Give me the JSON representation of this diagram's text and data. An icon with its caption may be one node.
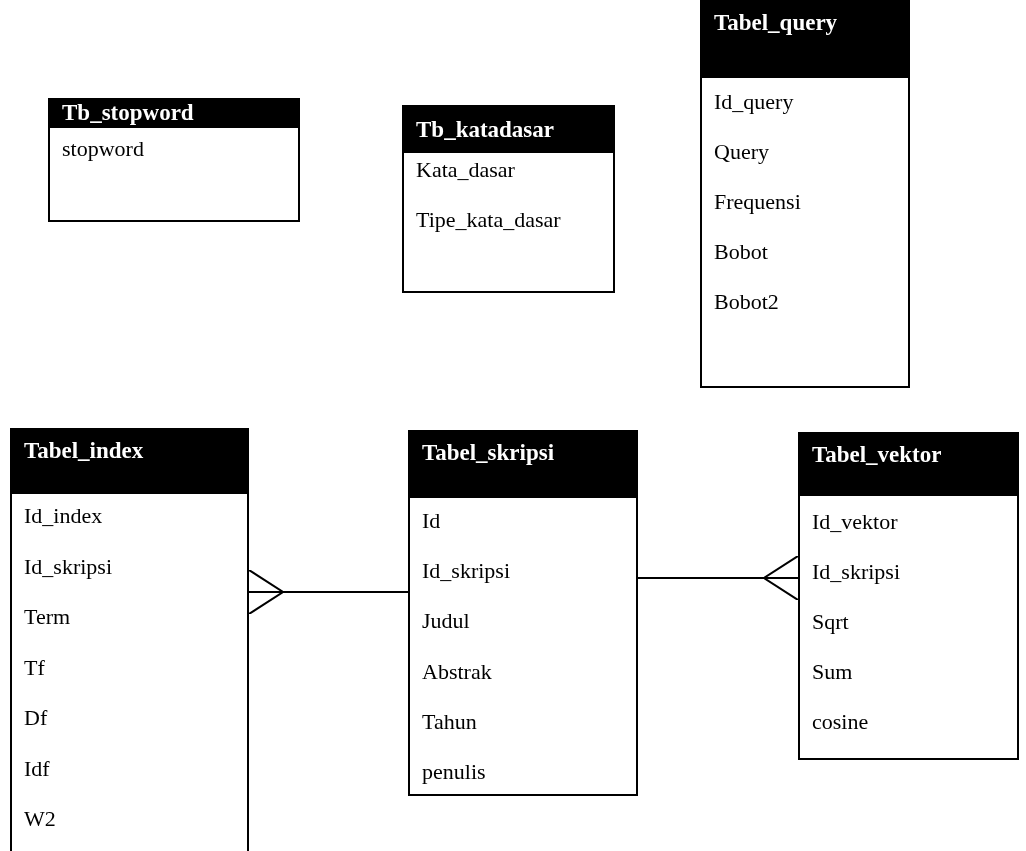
{
  "diagram": {
    "nodes": [
      {
        "text": [
          "Tb_stopword",
          "stopword"
        ]
      },
      {
        "text": [
          "Tb_katadasar",
          "Kata_dasar",
          "Tipe_kata_dasar"
        ]
      },
      {
        "text": [
          "Tabel_query",
          "Id_query",
          "Query",
          "Frequensi",
          "Bobot",
          "Bobot2"
        ]
      },
      {
        "text": [
          "Tabel_index",
          "Id_index",
          "Id_skripsi",
          "Term",
          "Tf",
          "Df",
          "Idf",
          "W2"
        ]
      },
      {
        "text": [
          "Tabel_skripsi",
          "Id",
          "Id_skripsi",
          "Judul",
          "Abstrak",
          "Tahun",
          "penulis"
        ]
      },
      {
        "text": [
          "Tabel_vektor",
          "Id_vektor",
          "Id_skripsi",
          "Sqrt",
          "Sum",
          "cosine"
        ]
      }
    ],
    "edges": [
      {
        "from": 4,
        "to": 3,
        "arrow": "other"
      },
      {
        "from": 4,
        "to": 5,
        "arrow": "other"
      }
    ]
  }
}
